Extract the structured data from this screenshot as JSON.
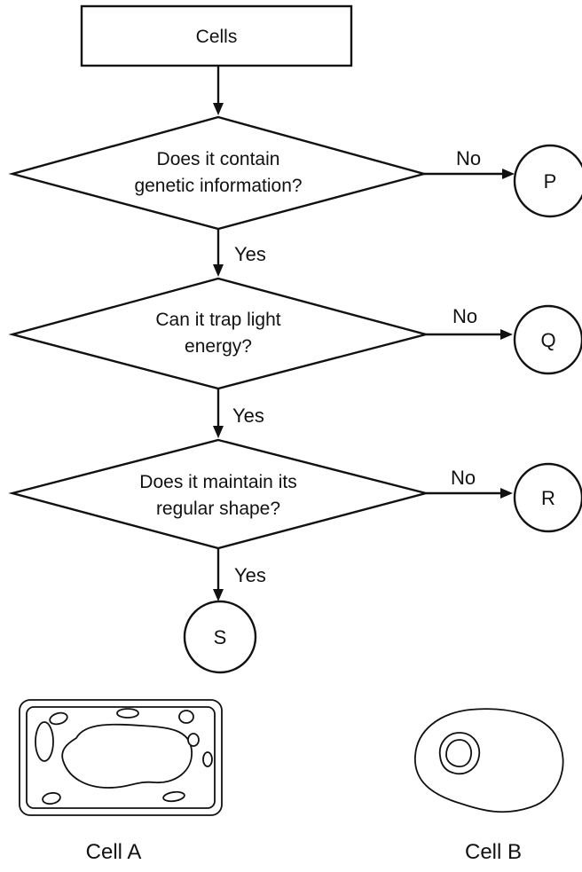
{
  "flowchart": {
    "start": "Cells",
    "questions": [
      {
        "line1": "Does it contain",
        "line2": "genetic information?",
        "no": "No",
        "yes": "Yes",
        "outcome": "P"
      },
      {
        "line1": "Can it trap light",
        "line2": "energy?",
        "no": "No",
        "yes": "Yes",
        "outcome": "Q"
      },
      {
        "line1": "Does it maintain its",
        "line2": "regular shape?",
        "no": "No",
        "yes": "Yes",
        "outcome": "R"
      }
    ],
    "final_outcome": "S"
  },
  "cells": {
    "cell_a": "Cell A",
    "cell_b": "Cell B"
  }
}
